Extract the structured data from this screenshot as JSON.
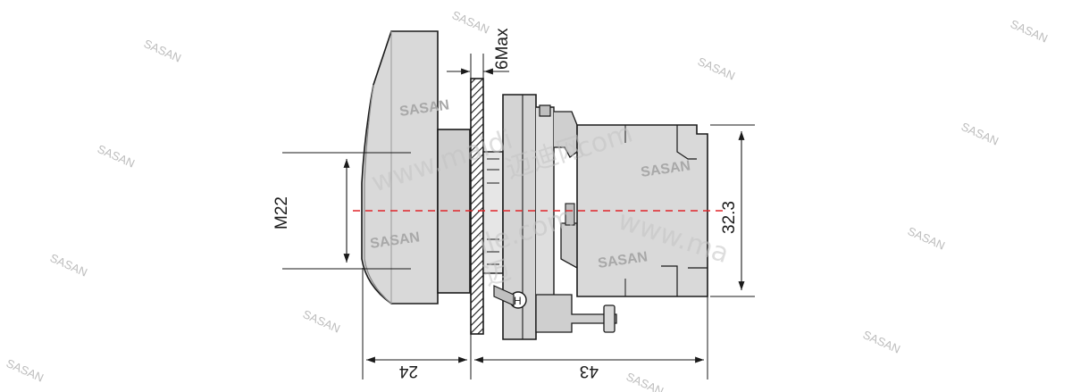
{
  "diagram": {
    "dimensions": {
      "thread": "M22",
      "height": "32.3",
      "panel_max": "6Max",
      "front_depth": "24",
      "rear_depth": "43"
    },
    "watermarks": {
      "brand": "SASAN",
      "site_a": "www.maidi",
      "site_b": "www.ma",
      "site_c": "ile.com",
      "site_d": ".com",
      "cn": "迈迪网",
      "cn2": "迈"
    },
    "colors": {
      "line": "#1a1a1a",
      "body_fill": "#d9d9d9",
      "body_fill_dark": "#bfbfbf",
      "center_line": "#e0262b",
      "watermark": "#bdbdbd"
    }
  }
}
